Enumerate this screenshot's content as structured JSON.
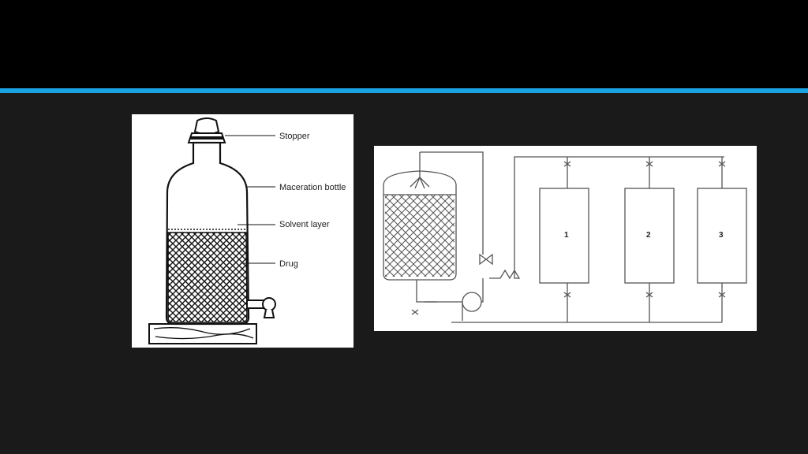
{
  "slide": {
    "title_bar_color": "#000000",
    "accent_color": "#1aa3e0",
    "background_color": "#1a1a1a"
  },
  "maceration_figure": {
    "labels": {
      "stopper": "Stopper",
      "bottle": "Maceration bottle",
      "solvent": "Solvent layer",
      "drug": "Drug"
    }
  },
  "extraction_figure": {
    "units": [
      "1",
      "2",
      "3"
    ]
  }
}
